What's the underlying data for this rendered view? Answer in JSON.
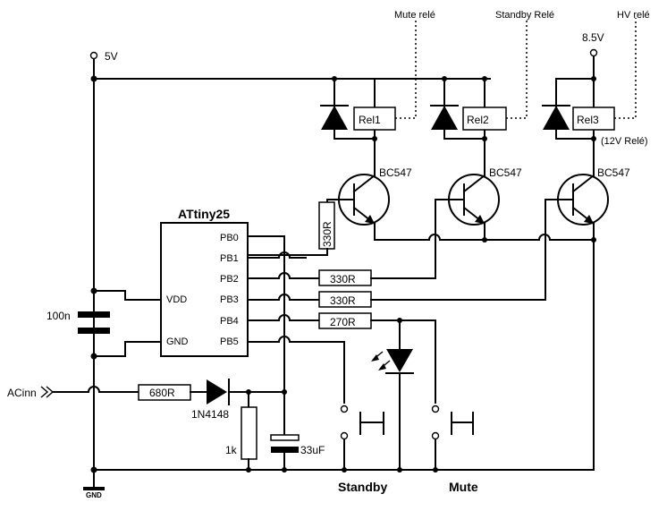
{
  "power": {
    "v5": "5V",
    "v85": "8.5V",
    "gnd": "GND"
  },
  "relays": [
    {
      "label": "Rel1",
      "signal": "Mute relé"
    },
    {
      "label": "Rel2",
      "signal": "Standby Relé"
    },
    {
      "label": "Rel3",
      "signal": "HV relé",
      "note": "(12V Relé)"
    }
  ],
  "transistor": "BC547",
  "mcu": {
    "name": "ATtiny25",
    "pins": [
      "PB0",
      "PB1",
      "PB2",
      "PB3",
      "PB4",
      "PB5"
    ],
    "vdd": "VDD",
    "gnd": "GND"
  },
  "resistors": {
    "r_base1": "330R",
    "r_pb2": "330R",
    "r_pb3": "330R",
    "r_led": "270R",
    "r_in": "680R",
    "r_1k": "1k"
  },
  "capacitors": {
    "c_100n": "100n",
    "c_33u": "33uF"
  },
  "diode_in": "1N4148",
  "input": "ACinn",
  "buttons": {
    "standby": "Standby",
    "mute": "Mute"
  }
}
